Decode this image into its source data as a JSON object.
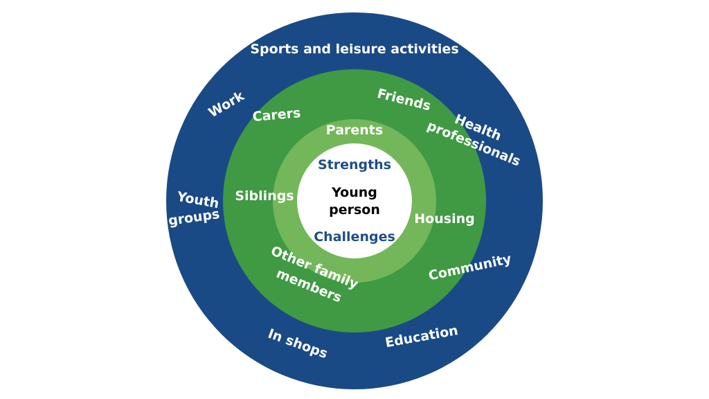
{
  "colors": {
    "outer_ring": "#1a4a85",
    "middle_ring": "#3f9a43",
    "inner_ring": "#73b75a",
    "center": "#ffffff",
    "ring_text": "#ffffff",
    "core_text": "#1f4e86",
    "center_text": "#000000"
  },
  "center": {
    "strengths": "Strengths",
    "young_person_line1": "Young",
    "young_person_line2": "person",
    "challenges": "Challenges"
  },
  "inner_ring": {
    "parents": "Parents",
    "siblings": "Siblings",
    "housing": "Housing"
  },
  "middle_ring": {
    "carers": "Carers",
    "friends": "Friends",
    "other_family_line1": "Other family",
    "other_family_line2": "members",
    "community": "Community"
  },
  "outer_ring": {
    "sports": "Sports and leisure activities",
    "work": "Work",
    "health_line1": "Health",
    "health_line2": "professionals",
    "youth_line1": "Youth",
    "youth_line2": "groups",
    "in_shops": "In shops",
    "education": "Education"
  }
}
